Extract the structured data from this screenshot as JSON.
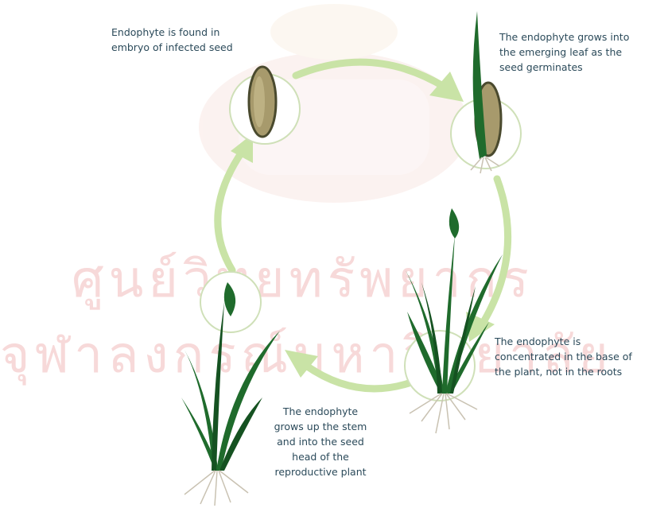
{
  "labels": {
    "seed_embryo": [
      "Endophyte is found in",
      "embryo of infected seed"
    ],
    "germinating": [
      "The endophyte grows into",
      "the emerging leaf as the",
      "seed germinates"
    ],
    "base_of_plant": [
      "The endophyte is",
      "concentrated in the base of",
      "the plant, not in the roots"
    ],
    "stem_to_seed_head": [
      "The endophyte",
      "grows up the stem",
      "and into the seed",
      "head of the",
      "reproductive plant"
    ]
  },
  "watermark": {
    "line1": "ศูนย์วิทยทรัพยากร",
    "line2": "จุฬาลงกรณ์มหาวิทยาลัย"
  },
  "colors": {
    "cycle_arrow": "#c9e3a6",
    "circle_stroke": "#cfe0b8",
    "seed_fill": "#a79a6c",
    "seed_stroke": "#4a4a2e",
    "leaf": "#1f6b2c",
    "leaf_dark": "#155221",
    "root": "#c9c2b2",
    "label_text": "#2b4a5a",
    "watermark": "#f7d9d9"
  }
}
